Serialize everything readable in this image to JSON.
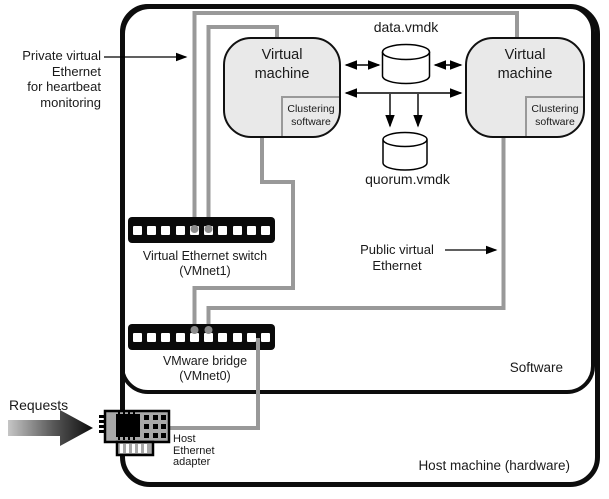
{
  "labels": {
    "private_lines": [
      "Private virtual",
      "Ethernet",
      "for heartbeat",
      "monitoring"
    ],
    "public_lines": [
      "Public virtual",
      "Ethernet"
    ],
    "requests": "Requests",
    "software": "Software",
    "host_machine": "Host machine (hardware)",
    "data_disk": "data.vmdk",
    "quorum_disk": "quorum.vmdk"
  },
  "vms": {
    "left": {
      "title": "Virtual machine",
      "sub": "Clustering software"
    },
    "right": {
      "title": "Virtual machine",
      "sub": "Clustering software"
    }
  },
  "switches": {
    "vmnet1": {
      "line1": "Virtual Ethernet switch",
      "line2": "(VMnet1)",
      "ports": 10
    },
    "vmnet0": {
      "line1": "VMware bridge",
      "line2": "(VMnet0)",
      "ports": 10
    }
  },
  "adapter": {
    "lines": [
      "Host",
      "Ethernet",
      "adapter"
    ]
  },
  "colors": {
    "connector": "#999999",
    "connector_dot": "#8c8c8c",
    "vm_fill": "#e9e9e9",
    "bar": "#0a0a0a",
    "adapter_fill": "#a8a8a8",
    "line": "#000000"
  }
}
